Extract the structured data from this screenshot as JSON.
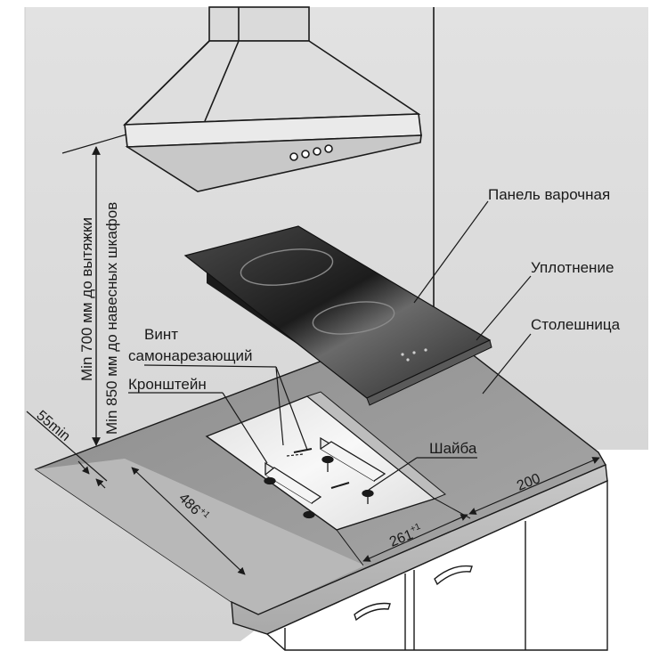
{
  "labels": {
    "hob_panel": "Панель варочная",
    "seal": "Уплотнение",
    "countertop": "Столешница",
    "screw_line1": "Винт",
    "screw_line2": "самонарезающий",
    "bracket": "Кронштейн",
    "washer": "Шайба"
  },
  "vertical_notes": {
    "hood_clearance": "Min 700 мм до вытяжки",
    "cabinet_clearance": "Min 850 мм до навесных шкафов"
  },
  "dimensions": {
    "edge_offset": "55min",
    "cutout_depth": "486",
    "cutout_depth_tol": "+1",
    "cutout_width": "261",
    "cutout_width_tol": "+1",
    "side_distance": "200"
  },
  "colors": {
    "wall": "#dcdcdc",
    "countertop_top": "#9a9a9a",
    "countertop_edge": "#b5b5b5",
    "glass": "#2b2b2b",
    "line": "#1a1a1a"
  }
}
